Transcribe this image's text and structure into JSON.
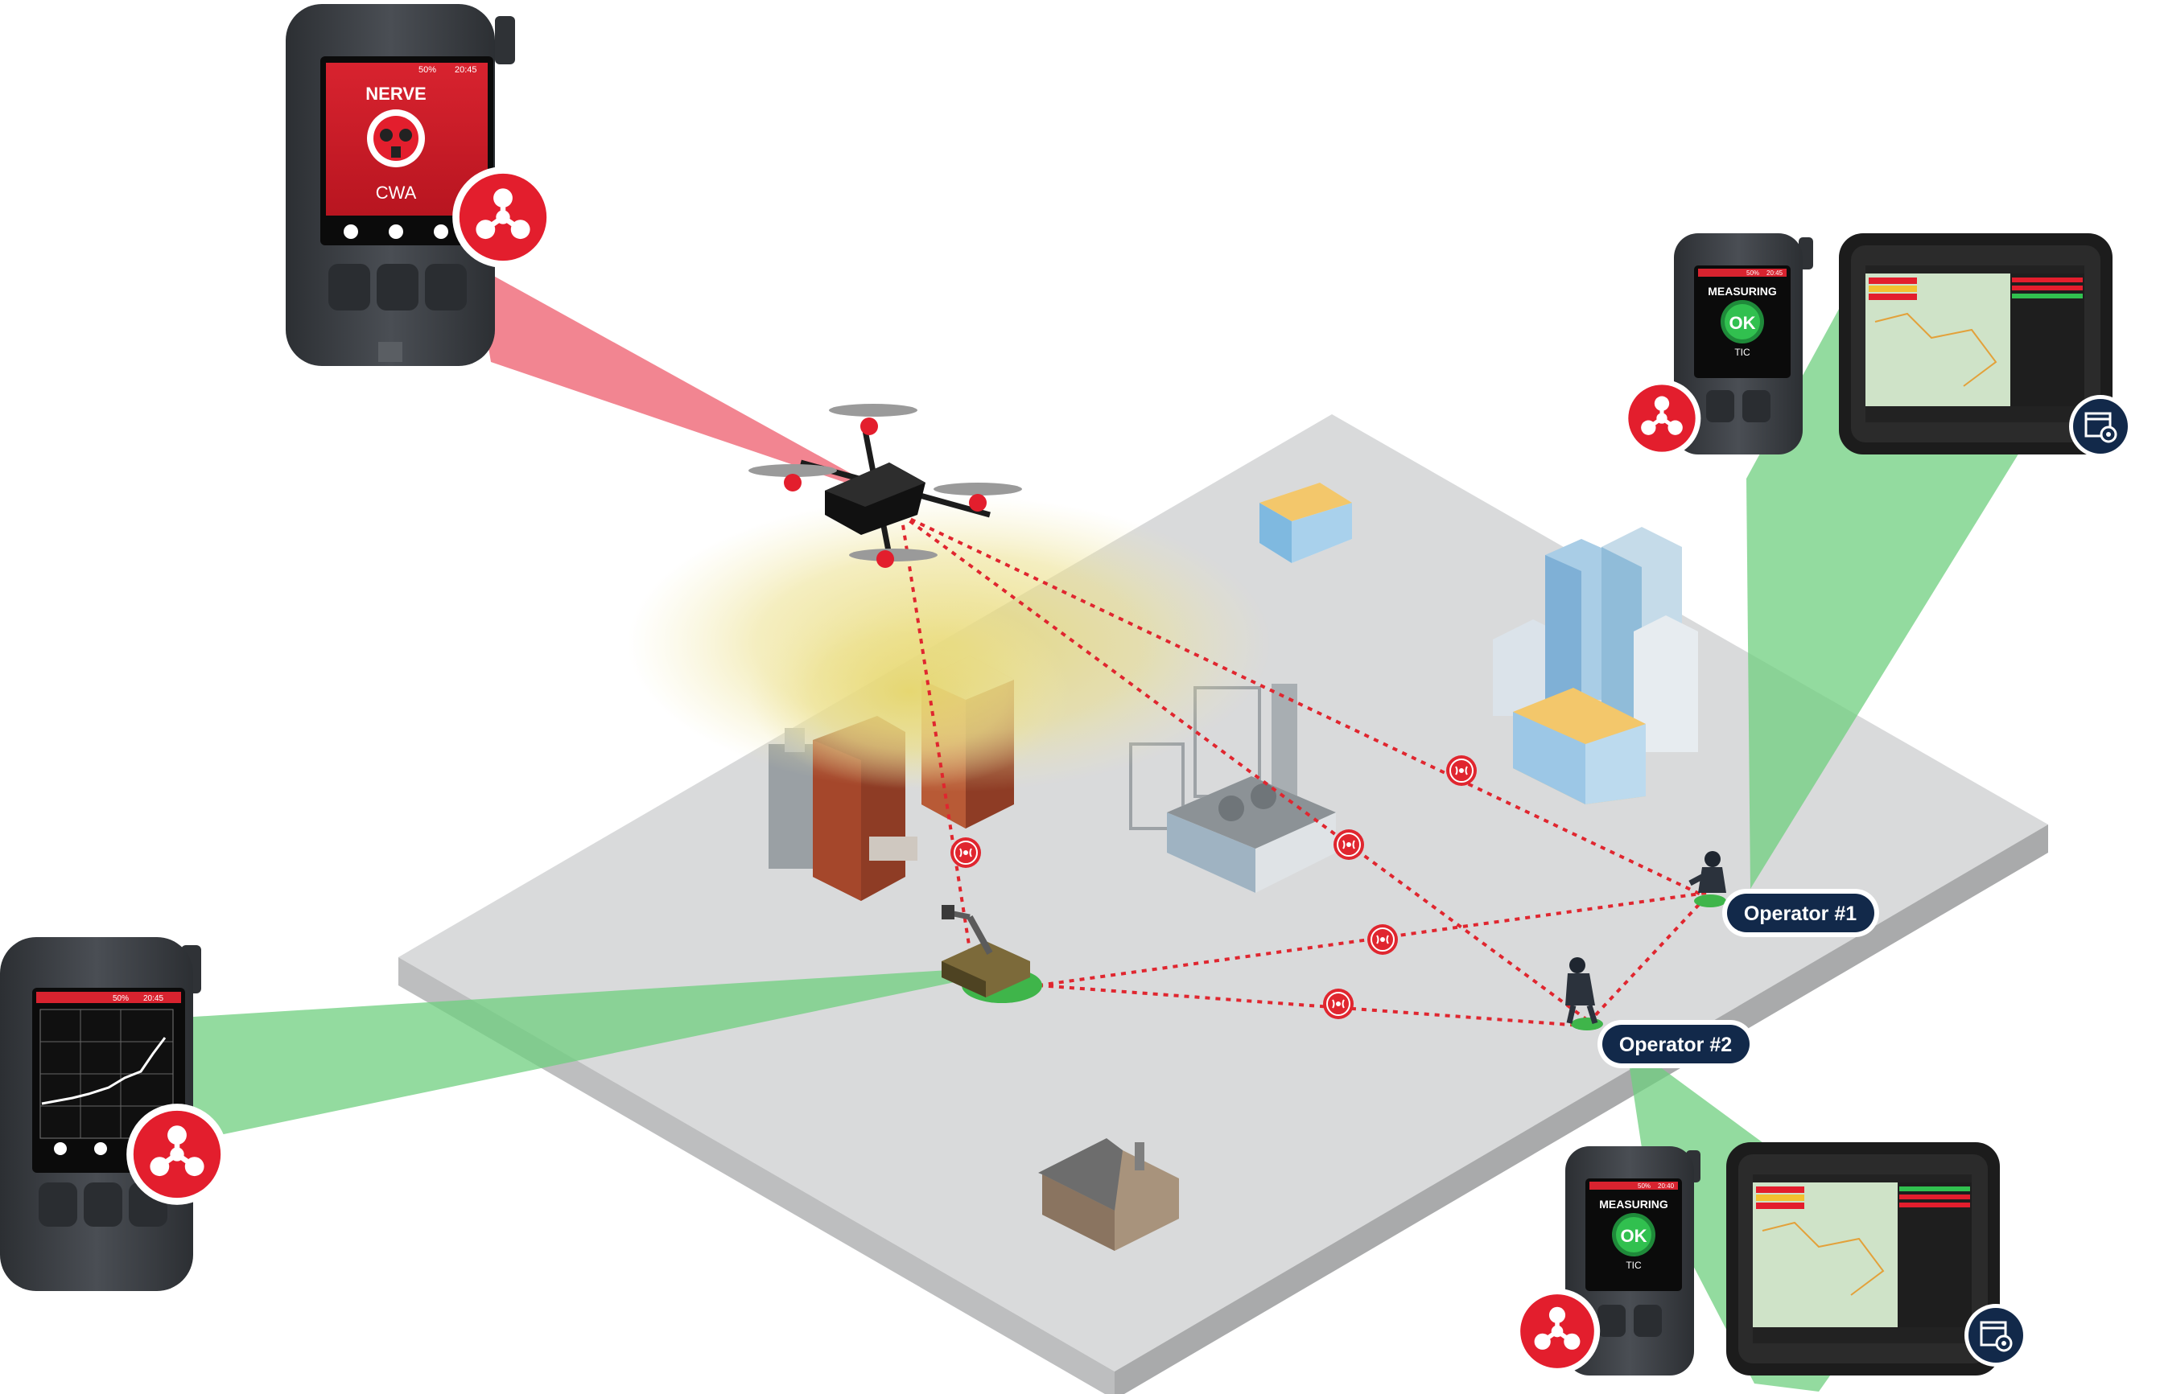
{
  "colors": {
    "ground": "#d9dadb",
    "ground_side": "#b9babb",
    "accent_red": "#e31e2d",
    "link_red": "#e0262f",
    "beam_red": "#f0707e",
    "beam_green": "#6fcf7f",
    "navy": "#12294a",
    "device_body": "#3a3d42",
    "smoke": "#e8d873"
  },
  "operators": [
    {
      "label": "Operator #1"
    },
    {
      "label": "Operator #2"
    }
  ],
  "devices": {
    "top_left": {
      "status": "50%",
      "time": "20:45",
      "title": "NERVE",
      "subtitle": "CWA",
      "icon": "gas-mask-icon"
    },
    "left": {
      "status": "50%",
      "time": "20:45",
      "icon": "chart-icon"
    },
    "right_top": {
      "status": "50%",
      "time": "20:45",
      "title": "MEASURING",
      "badge": "OK",
      "subtitle": "TIC"
    },
    "right_bottom": {
      "status": "50%",
      "time": "20:40",
      "title": "MEASURING",
      "badge": "OK",
      "subtitle": "TIC"
    }
  },
  "icons": {
    "hazard": "chemical-hazard-icon",
    "settings": "settings-window-icon",
    "signal": "wireless-signal-icon"
  }
}
